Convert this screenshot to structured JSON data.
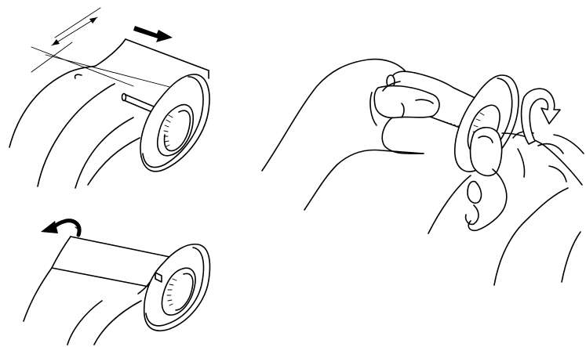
{
  "figure": {
    "panels": [
      {
        "id": "panel-top-left",
        "arrow_icon": "straight-arrow-right-icon"
      },
      {
        "id": "panel-bottom-left",
        "arrow_icon": "curved-arrow-left-icon"
      },
      {
        "id": "panel-right",
        "arrow_icon": "rotate-arrow-icon"
      }
    ],
    "colors": {
      "line": "#000000",
      "background": "#ffffff"
    }
  }
}
